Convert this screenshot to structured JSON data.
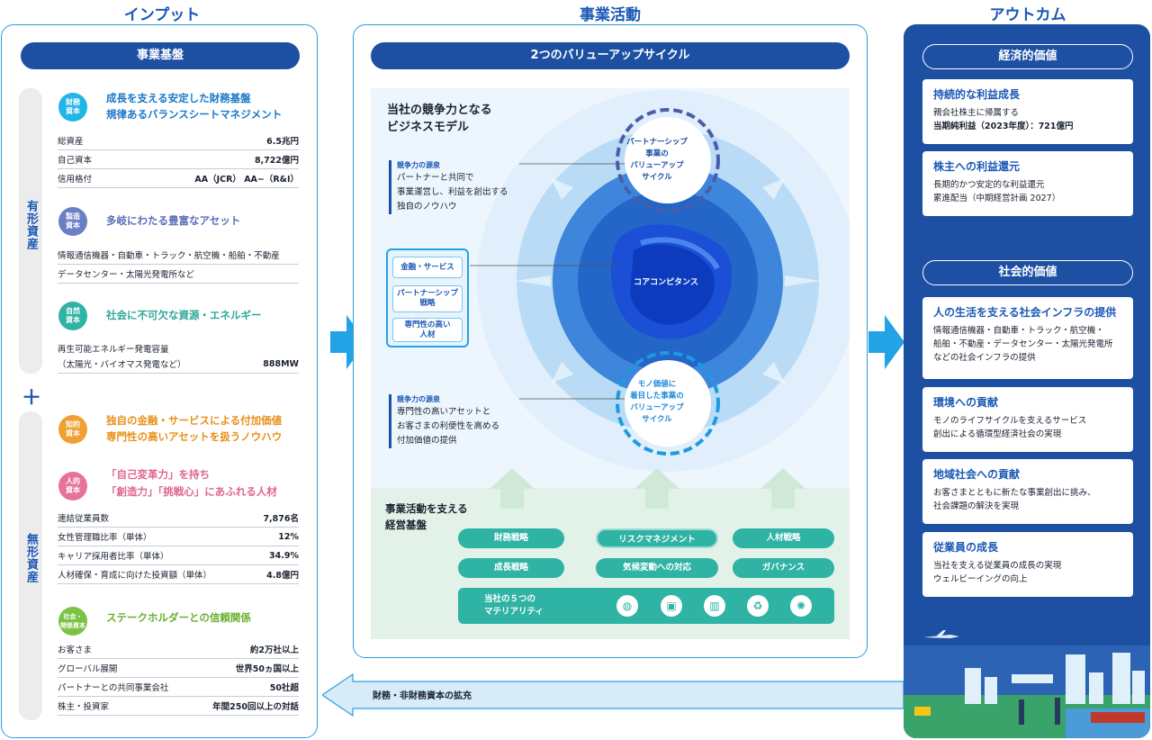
{
  "columns": {
    "input": "インプット",
    "business": "事業活動",
    "outcome": "アウトカム"
  },
  "input": {
    "header": "事業基盤",
    "tangible_label": "有形資産",
    "intangible_label": "無形資産",
    "plus": "＋",
    "financial": {
      "badge": "財務\n資本",
      "title1": "成長を支える安定した財務基盤",
      "title2": "規律あるバランスシートマネジメント",
      "rows": [
        {
          "k": "総資産",
          "v": "6.5兆円"
        },
        {
          "k": "自己資本",
          "v": "8,722億円"
        },
        {
          "k": "信用格付",
          "v": "AA（JCR） AA−（R&I）"
        }
      ]
    },
    "manufactured": {
      "badge": "製造\n資本",
      "title": "多岐にわたる豊富なアセット",
      "line1": "情報通信機器・自動車・トラック・航空機・船舶・不動産",
      "line2": "データセンター・太陽光発電所など"
    },
    "natural": {
      "badge": "自然\n資本",
      "title": "社会に不可欠な資源・エネルギー",
      "line1": "再生可能エネルギー発電容量",
      "line2": "（太陽光・バイオマス発電など）",
      "value": "888MW"
    },
    "intellectual": {
      "badge": "知的\n資本",
      "title1": "独自の金融・サービスによる付加価値",
      "title2": "専門性の高いアセットを扱うノウハウ"
    },
    "human": {
      "badge": "人的\n資本",
      "title1": "「自己変革力」を持ち",
      "title2": "「創造力」「挑戦心」にあふれる人材",
      "rows": [
        {
          "k": "連結従業員数",
          "v": "7,876名"
        },
        {
          "k": "女性管理職比率（単体）",
          "v": "12%"
        },
        {
          "k": "キャリア採用者比率（単体）",
          "v": "34.9%"
        },
        {
          "k": "人材確保・育成に向けた投資額（単体）",
          "v": "4.8億円"
        }
      ]
    },
    "social": {
      "badge": "社会・\n関係資本",
      "title": "ステークホルダーとの信頼関係",
      "rows": [
        {
          "k": "お客さま",
          "v": "約2万社以上"
        },
        {
          "k": "グローバル展開",
          "v": "世界50ヵ国以上"
        },
        {
          "k": "パートナーとの共同事業会社",
          "v": "50社超"
        },
        {
          "k": "株主・投資家",
          "v": "年間250回以上の対話"
        }
      ]
    }
  },
  "business": {
    "header": "2つのバリューアップサイクル",
    "model_title1": "当社の競争力となる",
    "model_title2": "ビジネスモデル",
    "source_label": "競争力の源泉",
    "source1": [
      "パートナーと共同で",
      "事業運営し、利益を創出する",
      "独自のノウハウ"
    ],
    "source2": [
      "専門性の高いアセットと",
      "お客さまの利便性を高める",
      "付加価値の提供"
    ],
    "cycle_top": [
      "パートナーシップ",
      "事業の",
      "バリューアップ",
      "サイクル"
    ],
    "cycle_bottom": [
      "モノ価値に",
      "着目した事業の",
      "バリューアップ",
      "サイクル"
    ],
    "core": "コアコンピタンス",
    "left_boxes": [
      "金融・サービス",
      "パートナーシップ\n戦略",
      "専門性の高い\n人材"
    ],
    "foundation_title1": "事業活動を支える",
    "foundation_title2": "経営基盤",
    "buttons": [
      "財務戦略",
      "リスクマネジメント",
      "人材戦略",
      "成長戦略",
      "気候変動への対応",
      "ガバナンス"
    ],
    "materiality": "当社の５つの\nマテリアリティ",
    "materiality_icons": [
      "globe-icon",
      "chip-icon",
      "building-icon",
      "recycle-icon",
      "people-icon"
    ]
  },
  "feedback": "財務・非財務資本の拡充",
  "outcome": {
    "economic": "経済的価値",
    "social": "社会的価値",
    "cards_econ": [
      {
        "t": "持続的な利益成長",
        "b": [
          "親会社株主に帰属する",
          "当期純利益（2023年度）：721億円"
        ]
      },
      {
        "t": "株主への利益還元",
        "b": [
          "長期的かつ安定的な利益還元",
          "累進配当（中期経営計画 2027）"
        ]
      }
    ],
    "cards_social": [
      {
        "t": "人の生活を支える社会インフラの提供",
        "b": [
          "情報通信機器・自動車・トラック・航空機・",
          "船舶・不動産・データセンター・太陽光発電所",
          "などの社会インフラの提供"
        ]
      },
      {
        "t": "環境への貢献",
        "b": [
          "モノのライフサイクルを支えるサービス",
          "創出による循環型経済社会の実現"
        ]
      },
      {
        "t": "地域社会への貢献",
        "b": [
          "お客さまとともに新たな事業創出に挑み、",
          "社会課題の解決を実現"
        ]
      },
      {
        "t": "従業員の成長",
        "b": [
          "当社を支える従業員の成長の実現",
          "ウェルビーイングの向上"
        ]
      }
    ]
  },
  "colors": {
    "navy": "#1d4fa3",
    "blue": "#2a9fe0",
    "teal": "#2fb3a4",
    "cyan": "#22b6e8",
    "pink": "#e8739a",
    "orange": "#f0a030",
    "green": "#7cc243"
  }
}
